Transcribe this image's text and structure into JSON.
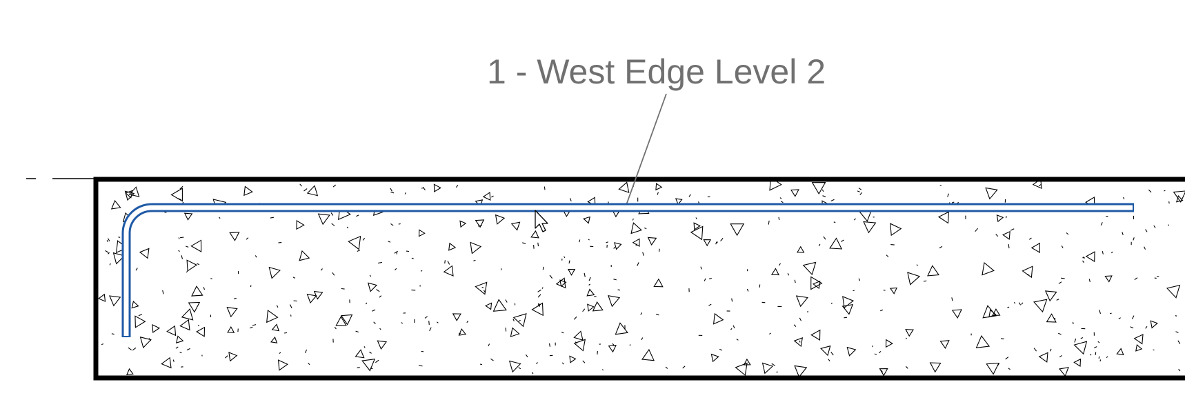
{
  "view": {
    "background_color": "#ffffff",
    "level_line_color": "#000000"
  },
  "slab": {
    "outline_color": "#000000",
    "fill_color": "#ffffff",
    "hatch_pattern": "concrete",
    "hatch_color": "#000000"
  },
  "rebar": {
    "selected": true,
    "highlight_color": "#1f5aa6",
    "core_color": "#ffffff",
    "shape": "hooked-bar"
  },
  "rebar_tag": {
    "text": "1 -  West Edge Level 2",
    "text_color": "#707070",
    "leader_color": "#707070"
  },
  "cursor": {
    "icon": "arrow-pointer-icon"
  }
}
